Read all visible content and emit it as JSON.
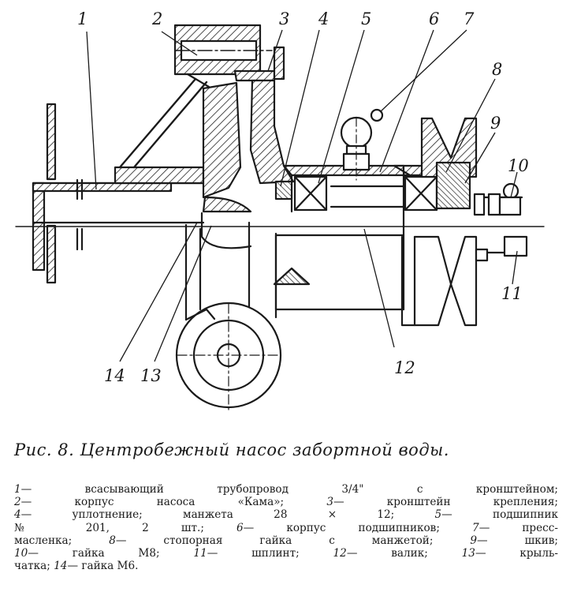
{
  "figure": {
    "callouts": [
      "1",
      "2",
      "3",
      "4",
      "5",
      "6",
      "7",
      "8",
      "9",
      "10",
      "11",
      "12",
      "13",
      "14"
    ],
    "caption": "Рис. 8. Центробежный насос забортной воды.",
    "legend_lines": [
      [
        {
          "n": "1",
          "t": "— всасывающий трубопровод 3/4\" с кронштейном;"
        }
      ],
      [
        {
          "n": "2",
          "t": "— корпус насоса «Кама»;"
        },
        {
          "n": "3",
          "t": "— кронштейн крепления;"
        }
      ],
      [
        {
          "n": "4",
          "t": "— уплотнение; манжета 28 × 12;"
        },
        {
          "n": "5",
          "t": "— подшипник"
        }
      ],
      [
        {
          "n": "",
          "t": "№ 201, 2 шт.;"
        },
        {
          "n": "6",
          "t": "— корпус подшипников;"
        },
        {
          "n": "7",
          "t": "— пресс-"
        }
      ],
      [
        {
          "n": "",
          "t": "масленка;"
        },
        {
          "n": "8",
          "t": "— стопорная гайка с манжетой;"
        },
        {
          "n": "9",
          "t": "— шкив;"
        }
      ],
      [
        {
          "n": "10",
          "t": "— гайка М8;"
        },
        {
          "n": "11",
          "t": "— шплинт;"
        },
        {
          "n": "12",
          "t": "— валик;"
        },
        {
          "n": "13",
          "t": "— крыль-"
        }
      ],
      [
        {
          "n": "",
          "t": "чатка;"
        },
        {
          "n": "14",
          "t": "— гайка М6."
        }
      ]
    ]
  }
}
